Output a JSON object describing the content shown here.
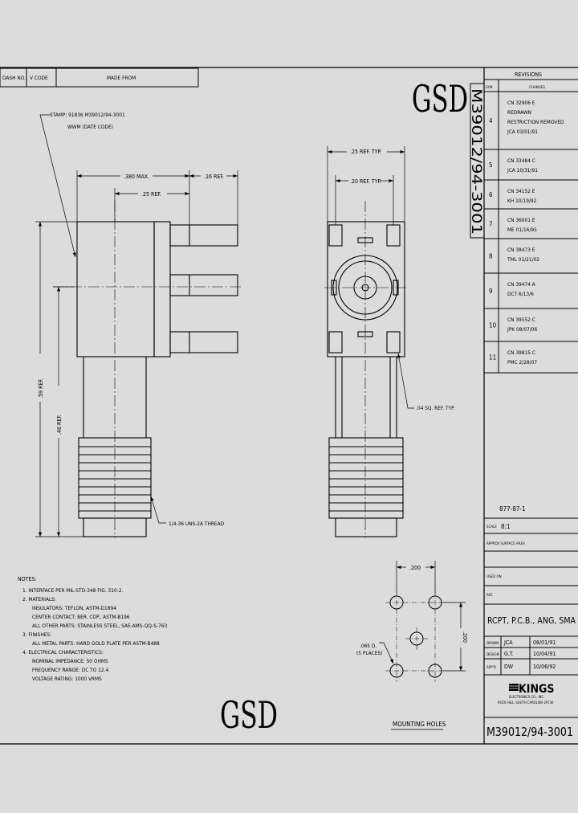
{
  "title_block": {
    "dash_no": "DASH NO.",
    "v_code": "V CODE",
    "made_from": "MADE FROM",
    "logo_top": "GSD",
    "logo_bottom": "GSD",
    "part_number_vertical": "M39012/94-3001",
    "part_number_bottom": "M39012/94-3001",
    "description": "RCPT, P.C.B., ANG, SMA",
    "scale_label": "SCALE",
    "scale_value": "8:1",
    "approx_surface_area": "APPROX SURFACE AREA",
    "used_on": "USED ON",
    "ref": "REF.",
    "drawn_label": "DRAWN",
    "drawn_by": "JCA",
    "drawn_date": "08/01/91",
    "design_label": "DESIGN",
    "design_by": "G.T.",
    "design_date": "10/04/91",
    "appd_label": "APP'D",
    "appd_by": "DW",
    "appd_date": "10/06/92",
    "company_name": "KINGS",
    "company_line1": "ELECTRONICS CO., INC.",
    "company_line2": "ROCK HILL, SOUTH CAROLINA 29730",
    "drawing_ref": "877-87-1"
  },
  "revisions": {
    "header": "REVISIONS",
    "col_sym": "SYM",
    "col_changes": "CHANGES",
    "rows": [
      {
        "sym": "4",
        "lines": [
          "CN 32906 E",
          "REDRAWN",
          "RESTRICTION REMOVED",
          "JCA 03/01/91"
        ]
      },
      {
        "sym": "5",
        "lines": [
          "CN 33484 C",
          "JCA 10/31/91"
        ]
      },
      {
        "sym": "6",
        "lines": [
          "CN 34152 E",
          "KH 10/19/92"
        ]
      },
      {
        "sym": "7",
        "lines": [
          "CN 36001 E",
          "ME 01/16/95"
        ]
      },
      {
        "sym": "8",
        "lines": [
          "CN 38473 E",
          "TML 01/21/02"
        ]
      },
      {
        "sym": "9",
        "lines": [
          "CN 39474 A",
          "DCT 6/13/6"
        ]
      },
      {
        "sym": "10",
        "lines": [
          "CN 39552 C",
          "JPK 08/07/06"
        ]
      },
      {
        "sym": "11",
        "lines": [
          "CN 39815 C",
          "PMC 2/28/07"
        ]
      }
    ]
  },
  "drawing": {
    "stamp_line1": "STAMP: 91836 M39012/94-3001",
    "stamp_line2": "WWM (DATE CODE)",
    "dim_380": ".380 MAX.",
    "dim_16": ".16 REF.",
    "dim_25": ".25 REF.",
    "dim_59": ".59 REF.",
    "dim_46": ".46 REF.",
    "dim_25_typ": ".25 REF. TYP.",
    "dim_20_typ": ".20 REF. TYP.",
    "dim_04": ".04 SQ. REF. TYP.",
    "thread": "1/4-36 UNS-2A THREAD",
    "mh_200": ".200",
    "mh_200_vert": ".200",
    "mh_holes_line1": ".065 D.",
    "mh_holes_line2": "(5 PLACES)",
    "mounting_holes": "MOUNTING HOLES"
  },
  "notes": {
    "title": "NOTES:",
    "lines": [
      "1. INTERFACE PER MIL-STD-348 FIG. 310-2.",
      "2. MATERIALS:",
      "INSULATORS: TEFLON, ASTM-D1894",
      "CENTER CONTACT: BER. COP., ASTM-B196",
      "ALL OTHER PARTS: STAINLESS STEEL, SAE-AMS-QQ-S-763",
      "3. FINISHES:",
      "ALL METAL PARTS: HARD GOLD PLATE PER ASTM-B488",
      "4. ELECTRICAL CHARACTERISTICS:",
      "NOMINAL IMPEDANCE: 50 OHMS",
      "FREQUENCY RANGE: DC TO 12.4",
      "VOLTAGE RATING: 1000 VRMS"
    ]
  }
}
